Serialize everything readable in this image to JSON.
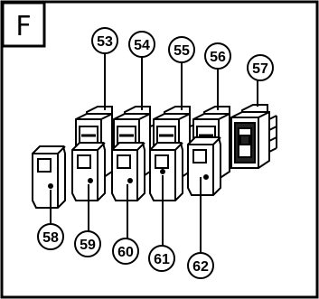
{
  "figure": {
    "section_label": "F",
    "callouts": [
      {
        "id": "c53",
        "label": "53"
      },
      {
        "id": "c54",
        "label": "54"
      },
      {
        "id": "c55",
        "label": "55"
      },
      {
        "id": "c56",
        "label": "56"
      },
      {
        "id": "c57",
        "label": "57"
      },
      {
        "id": "c58",
        "label": "58"
      },
      {
        "id": "c59",
        "label": "59"
      },
      {
        "id": "c60",
        "label": "60"
      },
      {
        "id": "c61",
        "label": "61"
      },
      {
        "id": "c62",
        "label": "62"
      }
    ]
  }
}
